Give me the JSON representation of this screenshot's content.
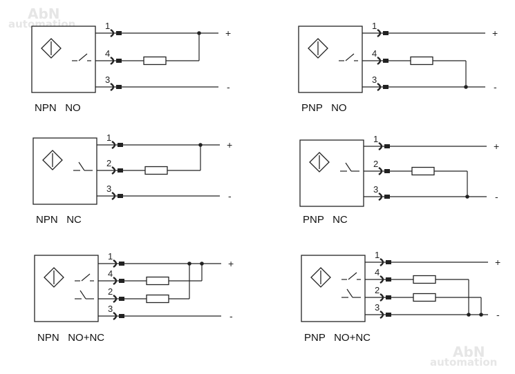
{
  "watermark": {
    "brand": "AbN",
    "tagline": "automation"
  },
  "polarity": {
    "plus": "+",
    "minus": "-"
  },
  "diagrams": [
    {
      "id": "npn-no",
      "type": "NPN",
      "output": "NO",
      "pins": [
        "1",
        "4",
        "3"
      ]
    },
    {
      "id": "pnp-no",
      "type": "PNP",
      "output": "NO",
      "pins": [
        "1",
        "4",
        "3"
      ]
    },
    {
      "id": "npn-nc",
      "type": "NPN",
      "output": "NC",
      "pins": [
        "1",
        "2",
        "3"
      ]
    },
    {
      "id": "pnp-nc",
      "type": "PNP",
      "output": "NC",
      "pins": [
        "1",
        "2",
        "3"
      ]
    },
    {
      "id": "npn-no-nc",
      "type": "NPN",
      "output": "NO+NC",
      "pins": [
        "1",
        "4",
        "2",
        "3"
      ]
    },
    {
      "id": "pnp-no-nc",
      "type": "PNP",
      "output": "NO+NC",
      "pins": [
        "1",
        "4",
        "2",
        "3"
      ]
    }
  ]
}
